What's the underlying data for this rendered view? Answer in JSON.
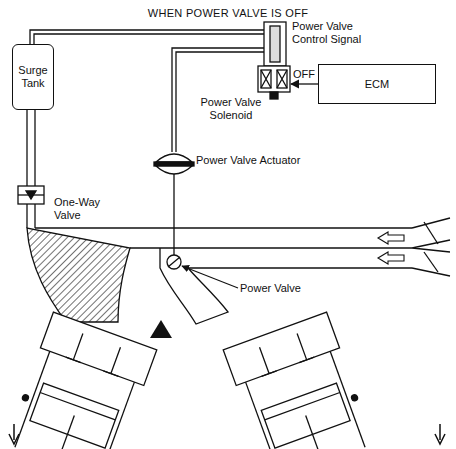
{
  "diagram": {
    "title": "WHEN POWER VALVE IS OFF",
    "nodes": [
      {
        "text": [
          "Surge Tank"
        ]
      },
      {
        "text": [
          "ECM"
        ]
      }
    ],
    "labels": [
      "Power Valve Control Signal",
      "OFF",
      "Power Valve Solenoid",
      "One-Way Valve",
      "Power Valve Actuator",
      "Power Valve"
    ]
  }
}
